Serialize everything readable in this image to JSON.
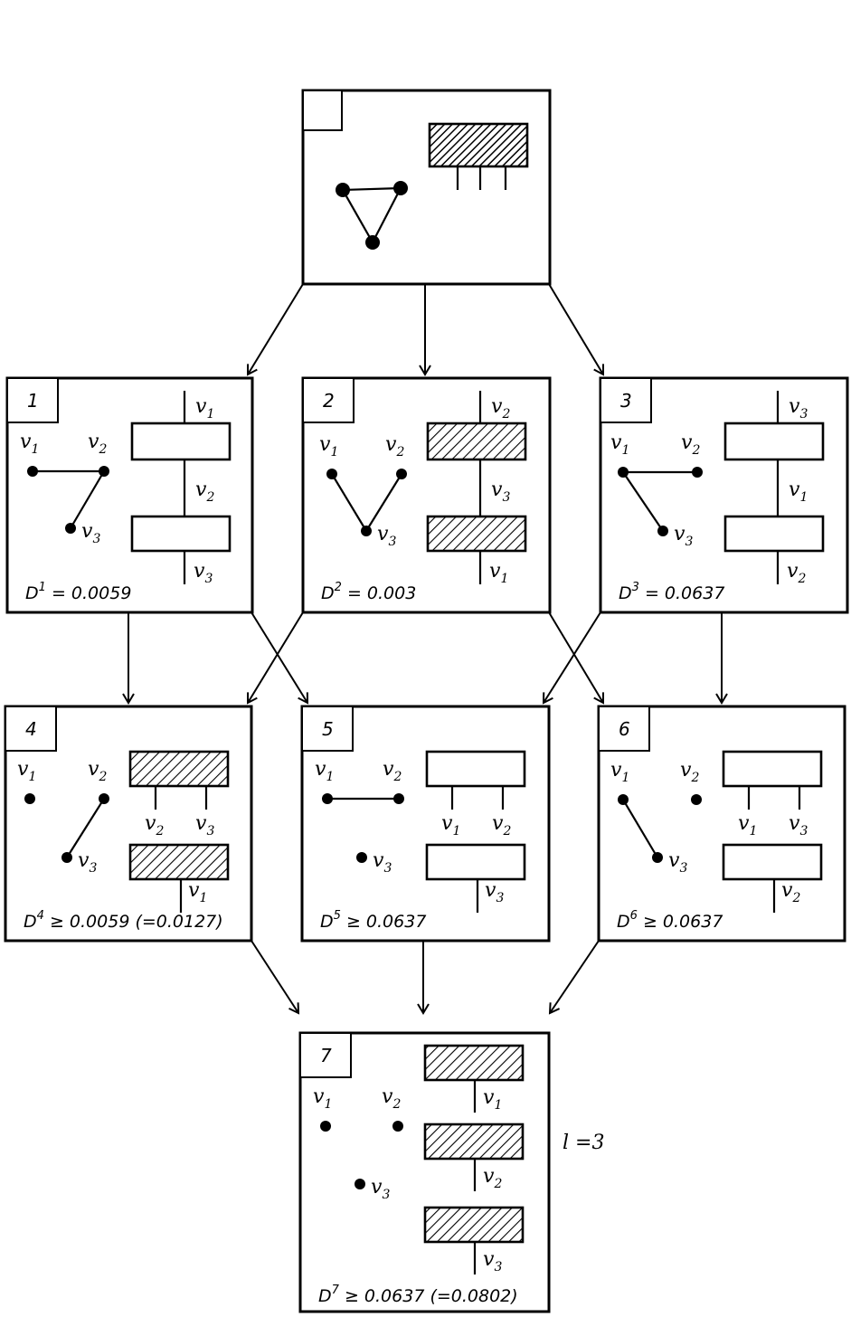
{
  "title": "Branch-and-bound search tree for vertex ordering / layout",
  "root": {
    "id": "",
    "graph": {
      "vertices": [
        "",
        "",
        ""
      ],
      "edges": [
        [
          0,
          1
        ],
        [
          1,
          2
        ],
        [
          2,
          0
        ]
      ]
    },
    "comment": "root: triangle graph, one hatched block with three pins"
  },
  "nodes": [
    {
      "id": "1",
      "vertices": [
        "v1",
        "v2",
        "v3"
      ],
      "edges": [
        [
          "v1",
          "v2"
        ],
        [
          "v2",
          "v3"
        ]
      ],
      "layout_type": "chain",
      "blocks": [
        {
          "hatched": false
        },
        {
          "hatched": false
        }
      ],
      "pin_labels": [
        "v1",
        "v2",
        "v3"
      ],
      "bound_symbol": "D",
      "bound_index": "1",
      "bound_relation": "=",
      "bound_value": "0.0059",
      "bound_extra": ""
    },
    {
      "id": "2",
      "vertices": [
        "v1",
        "v2",
        "v3"
      ],
      "edges": [
        [
          "v1",
          "v3"
        ],
        [
          "v2",
          "v3"
        ]
      ],
      "layout_type": "chain",
      "blocks": [
        {
          "hatched": true
        },
        {
          "hatched": true
        }
      ],
      "pin_labels": [
        "v2",
        "v3",
        "v1"
      ],
      "bound_symbol": "D",
      "bound_index": "2",
      "bound_relation": "=",
      "bound_value": "0.003",
      "bound_extra": ""
    },
    {
      "id": "3",
      "vertices": [
        "v1",
        "v2",
        "v3"
      ],
      "edges": [
        [
          "v1",
          "v2"
        ],
        [
          "v1",
          "v3"
        ]
      ],
      "layout_type": "chain",
      "blocks": [
        {
          "hatched": false
        },
        {
          "hatched": false
        }
      ],
      "pin_labels": [
        "v3",
        "v1",
        "v2"
      ],
      "bound_symbol": "D",
      "bound_index": "3",
      "bound_relation": "=",
      "bound_value": "0.0637",
      "bound_extra": ""
    },
    {
      "id": "4",
      "vertices": [
        "v1",
        "v2",
        "v3"
      ],
      "edges": [
        [
          "v2",
          "v3"
        ]
      ],
      "layout_type": "split",
      "blocks": [
        {
          "hatched": true
        },
        {
          "hatched": true
        }
      ],
      "pin_labels": [
        "v2",
        "v3",
        "v1"
      ],
      "bound_symbol": "D",
      "bound_index": "4",
      "bound_relation": "≥",
      "bound_value": "0.0059",
      "bound_extra": "(=0.0127)"
    },
    {
      "id": "5",
      "vertices": [
        "v1",
        "v2",
        "v3"
      ],
      "edges": [
        [
          "v1",
          "v2"
        ]
      ],
      "layout_type": "split",
      "blocks": [
        {
          "hatched": false
        },
        {
          "hatched": false
        }
      ],
      "pin_labels": [
        "v1",
        "v2",
        "v3"
      ],
      "bound_symbol": "D",
      "bound_index": "5",
      "bound_relation": "≥",
      "bound_value": "0.0637",
      "bound_extra": ""
    },
    {
      "id": "6",
      "vertices": [
        "v1",
        "v2",
        "v3"
      ],
      "edges": [
        [
          "v1",
          "v3"
        ]
      ],
      "layout_type": "split",
      "blocks": [
        {
          "hatched": false
        },
        {
          "hatched": false
        }
      ],
      "pin_labels": [
        "v1",
        "v3",
        "v2"
      ],
      "bound_symbol": "D",
      "bound_index": "6",
      "bound_relation": "≥",
      "bound_value": "0.0637",
      "bound_extra": ""
    },
    {
      "id": "7",
      "vertices": [
        "v1",
        "v2",
        "v3"
      ],
      "edges": [],
      "layout_type": "triple",
      "blocks": [
        {
          "hatched": true
        },
        {
          "hatched": true
        },
        {
          "hatched": true
        }
      ],
      "pin_labels": [
        "v1",
        "v2",
        "v3"
      ],
      "bound_symbol": "D",
      "bound_index": "7",
      "bound_relation": "≥",
      "bound_value": "0.0637",
      "bound_extra": "(=0.0802)"
    }
  ],
  "tree_edges": [
    [
      "root",
      "1"
    ],
    [
      "root",
      "2"
    ],
    [
      "root",
      "3"
    ],
    [
      "1",
      "4"
    ],
    [
      "1",
      "5"
    ],
    [
      "2",
      "4"
    ],
    [
      "2",
      "6"
    ],
    [
      "3",
      "5"
    ],
    [
      "3",
      "6"
    ],
    [
      "4",
      "7"
    ],
    [
      "5",
      "7"
    ],
    [
      "6",
      "7"
    ]
  ],
  "side_note": "l =3"
}
